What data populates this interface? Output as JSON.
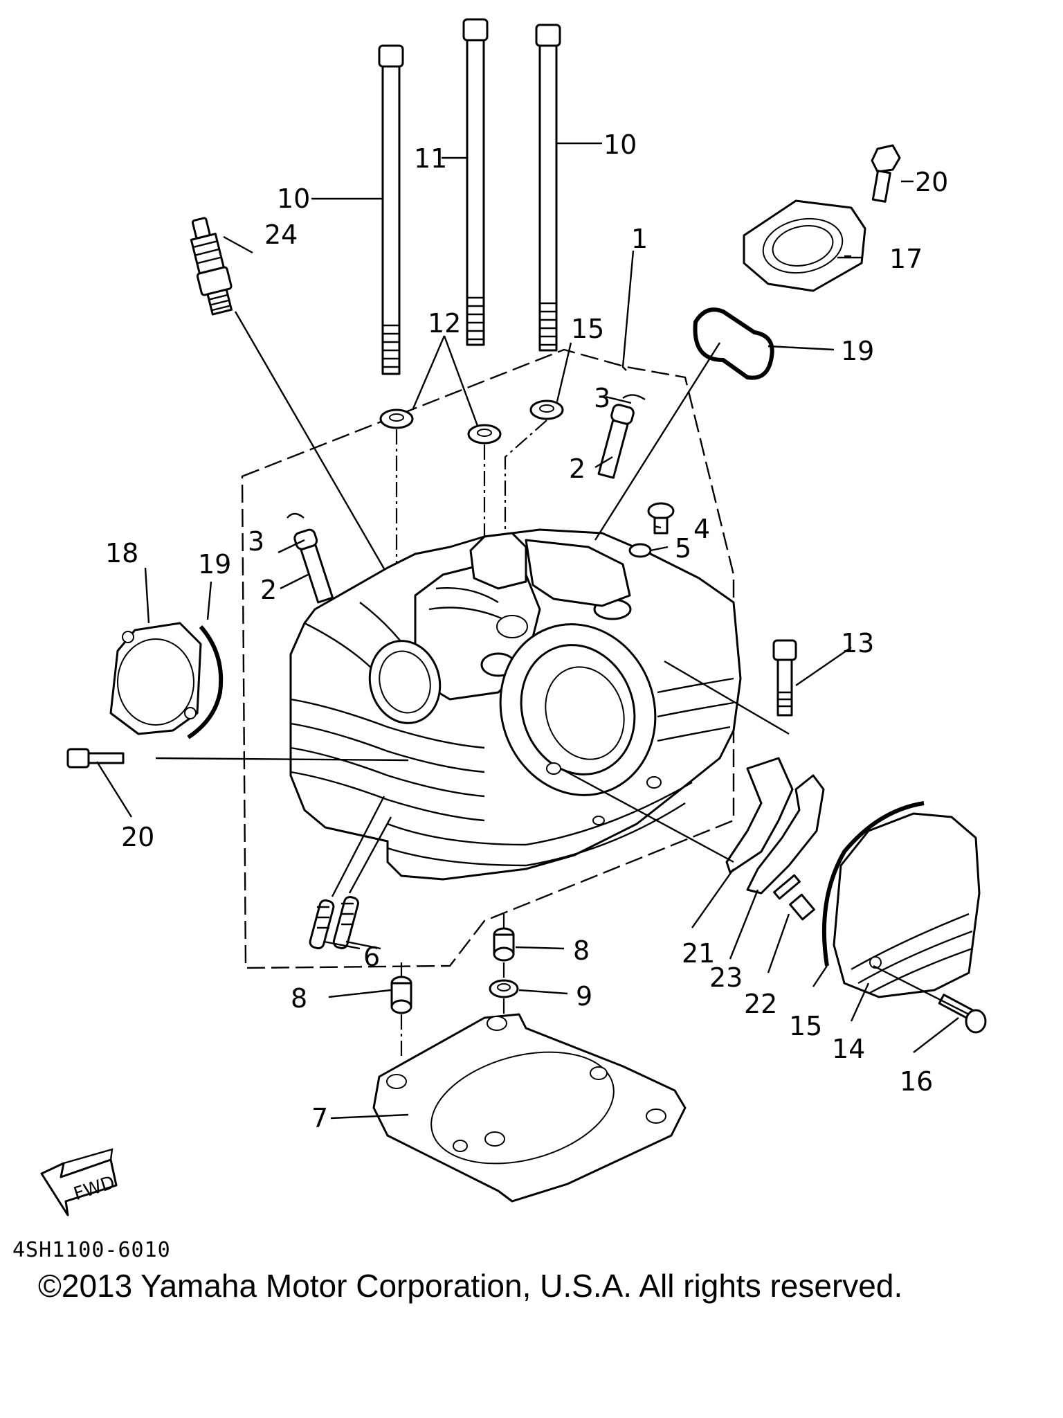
{
  "diagram": {
    "callouts": {
      "c1": "1",
      "c2a": "2",
      "c2b": "2",
      "c3a": "3",
      "c3b": "3",
      "c4": "4",
      "c5": "5",
      "c6": "6",
      "c7": "7",
      "c8a": "8",
      "c8b": "8",
      "c9": "9",
      "c10a": "10",
      "c10b": "10",
      "c11": "11",
      "c12": "12",
      "c13": "13",
      "c14": "14",
      "c15a": "15",
      "c15b": "15",
      "c16": "16",
      "c17": "17",
      "c18": "18",
      "c19a": "19",
      "c19b": "19",
      "c20a": "20",
      "c20b": "20",
      "c21": "21",
      "c22": "22",
      "c23": "23",
      "c24": "24"
    },
    "fwd_label": "FWD",
    "ref_code": "4SH1100-6010",
    "copyright": "©2013 Yamaha Motor Corporation, U.S.A. All rights reserved."
  }
}
